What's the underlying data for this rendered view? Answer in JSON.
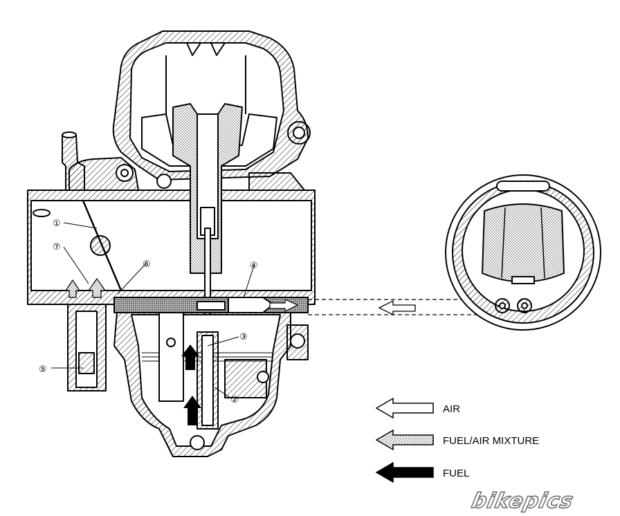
{
  "callouts": [
    {
      "id": "1",
      "label": "①"
    },
    {
      "id": "2",
      "label": "②"
    },
    {
      "id": "3",
      "label": "③"
    },
    {
      "id": "4",
      "label": "④"
    },
    {
      "id": "5",
      "label": "⑤"
    },
    {
      "id": "6",
      "label": "⑥"
    },
    {
      "id": "7",
      "label": "⑦"
    }
  ],
  "legend": [
    {
      "key": "air",
      "label": "AIR",
      "style": "outline-arrow"
    },
    {
      "key": "mixture",
      "label": "FUEL/AIR MIXTURE",
      "style": "dotted-arrow"
    },
    {
      "key": "fuel",
      "label": "FUEL",
      "style": "solid-arrow"
    }
  ],
  "watermark": "bikepics",
  "colors": {
    "line": "#000000",
    "hatch": "#000000",
    "stipple": "#7a7a7a",
    "background": "#ffffff"
  }
}
